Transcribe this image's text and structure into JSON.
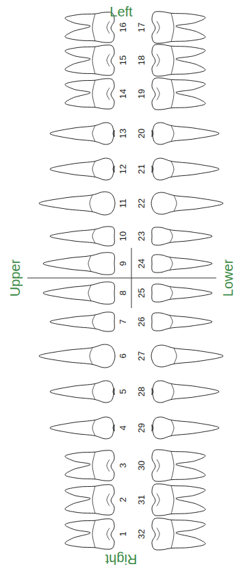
{
  "diagram": {
    "labels": [
      "Left",
      "16",
      "17",
      "15",
      "18",
      "14",
      "19",
      "13",
      "20",
      "12",
      "21",
      "11",
      "22",
      "10",
      "23",
      "9",
      "24",
      "8",
      "25",
      "7",
      "26",
      "6",
      "27",
      "5",
      "28",
      "4",
      "29",
      "3",
      "30",
      "2",
      "31",
      "1",
      "32",
      "Upper",
      "Lower",
      "Right"
    ]
  }
}
